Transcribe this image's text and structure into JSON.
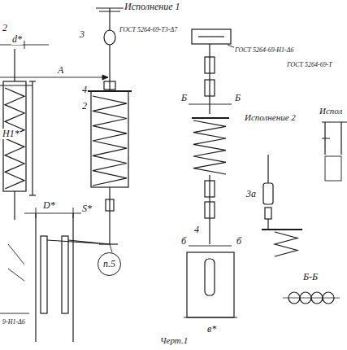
{
  "diagram": {
    "nodes": [
      {
        "text": [
          "п.5"
        ]
      }
    ],
    "labels": [
      "Исполнение 1",
      "3",
      "ГОСТ 5264-69-Т3-Δ7",
      "d*",
      "A",
      "4",
      "2",
      "H1*",
      "D*",
      "S*",
      "9-Н1-Δ6",
      "2",
      "ГОСТ 5264-69-Н1-Δ6",
      "ГОСТ 5264-69-Т",
      "Б",
      "Б",
      "Исполнение 2",
      "Испол",
      "3а",
      "4",
      "б",
      "б",
      "в*",
      "Б-Б",
      "Черт.1"
    ]
  }
}
